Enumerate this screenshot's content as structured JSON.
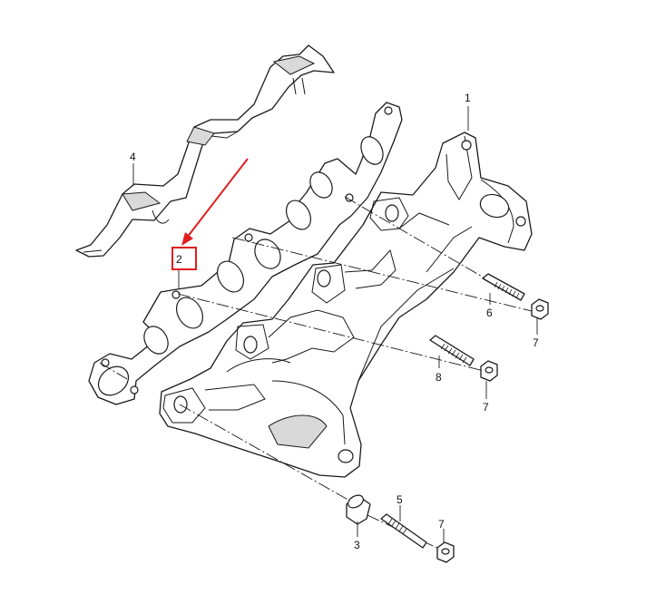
{
  "callouts": {
    "c1": "1",
    "c2": "2",
    "c3": "3",
    "c4": "4",
    "c5": "5",
    "c6": "6",
    "c7a": "7",
    "c7b": "7",
    "c7c": "7",
    "c8": "8"
  },
  "highlight": {
    "callout": "2",
    "color": "#e01e1e"
  }
}
